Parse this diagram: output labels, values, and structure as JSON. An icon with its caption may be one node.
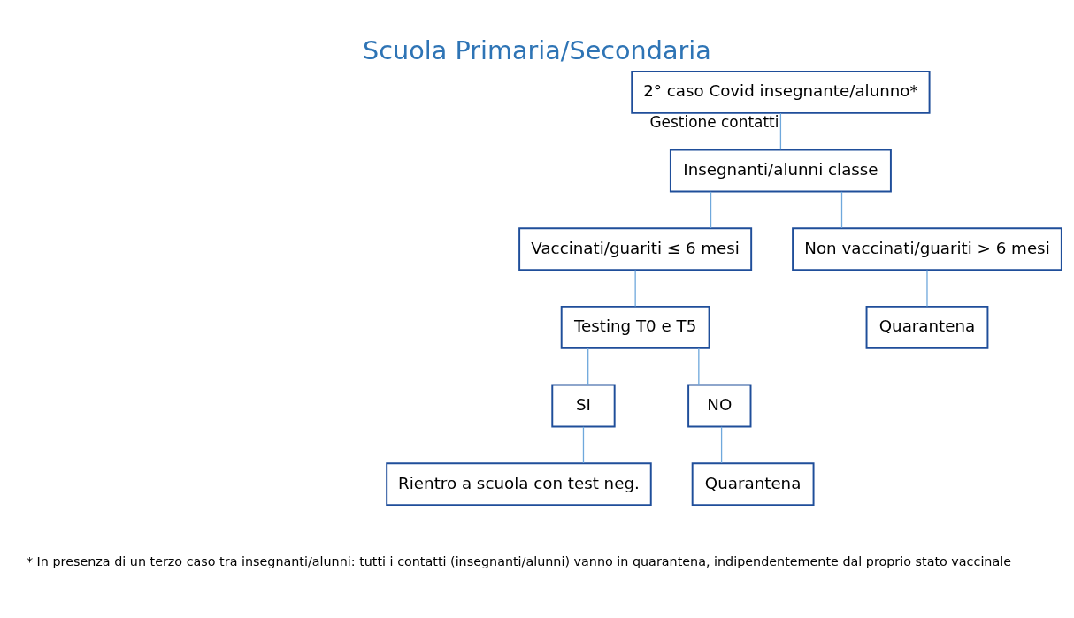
{
  "diagram": {
    "title": "Scuola Primaria/Secondaria",
    "nodes": [
      {
        "text": [
          "2° caso Covid insegnante/alunno*"
        ]
      },
      {
        "text": [
          "Insegnanti/alunni classe"
        ]
      },
      {
        "text": [
          "Vaccinati/guariti ≤ 6 mesi"
        ]
      },
      {
        "text": [
          "Non vaccinati/guariti > 6 mesi"
        ]
      },
      {
        "text": [
          "Testing T0 e T5"
        ]
      },
      {
        "text": [
          "Quarantena"
        ]
      },
      {
        "text": [
          "SI"
        ]
      },
      {
        "text": [
          "NO"
        ]
      },
      {
        "text": [
          "Rientro a scuola con test neg."
        ]
      },
      {
        "text": [
          "Quarantena"
        ]
      }
    ],
    "edges": [
      {
        "from": 0,
        "to": 1,
        "arrow": "none",
        "label": "Gestione contatti"
      },
      {
        "from": 1,
        "to": 2,
        "arrow": "none"
      },
      {
        "from": 1,
        "to": 3,
        "arrow": "none"
      },
      {
        "from": 2,
        "to": 4,
        "arrow": "none"
      },
      {
        "from": 3,
        "to": 5,
        "arrow": "none"
      },
      {
        "from": 4,
        "to": 6,
        "arrow": "none"
      },
      {
        "from": 4,
        "to": 7,
        "arrow": "none"
      },
      {
        "from": 6,
        "to": 8,
        "arrow": "none"
      },
      {
        "from": 7,
        "to": 9,
        "arrow": "none"
      }
    ],
    "labels": [
      "* In presenza di un terzo caso tra insegnanti/alunni: tutti i contatti (insegnanti/alunni) vanno in quarantena, indipendentemente dal proprio stato vaccinale"
    ]
  }
}
